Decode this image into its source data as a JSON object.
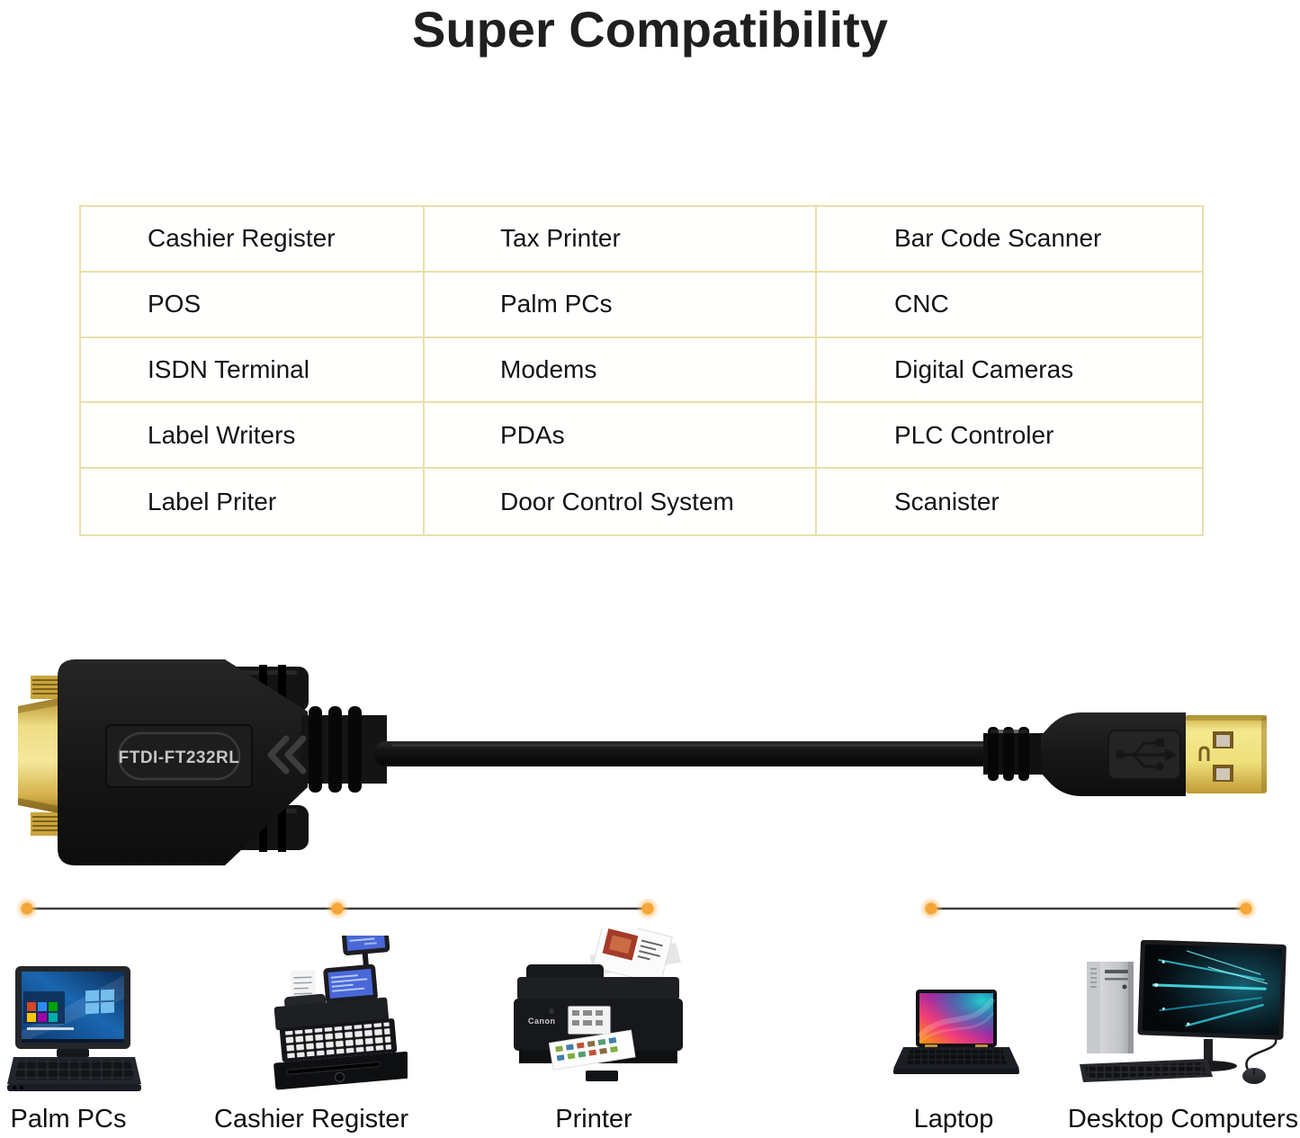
{
  "title": "Super Compatibility",
  "compatibility_table": {
    "rows": [
      [
        "Cashier Register",
        "Tax Printer",
        "Bar Code Scanner"
      ],
      [
        "POS",
        "Palm PCs",
        "CNC"
      ],
      [
        "ISDN Terminal",
        "Modems",
        "Digital Cameras"
      ],
      [
        "Label Writers",
        "PDAs",
        "PLC Controler"
      ],
      [
        "Label Priter",
        "Door Control System",
        "Scanister"
      ]
    ]
  },
  "cable": {
    "model_label": "FTDI-FT232RL"
  },
  "icons": {
    "chevron": "chevron-left-icon",
    "usb": "usb-trident-icon"
  },
  "footer": {
    "devices": [
      {
        "label": "Palm PCs"
      },
      {
        "label": "Cashier Register"
      },
      {
        "label": "Printer",
        "brand": "Canon"
      },
      {
        "label": "Laptop"
      },
      {
        "label": "Desktop Computers"
      }
    ]
  },
  "colors": {
    "background": "#ffffff",
    "title_text": "#1f1f1f",
    "table_border": "#e9e0ab",
    "body_text": "#141414",
    "accent_orange": "#f6a637",
    "connector_gold": "#e6ce67",
    "cable_black": "#131313",
    "register_screen_blue": "#4a67d8"
  }
}
